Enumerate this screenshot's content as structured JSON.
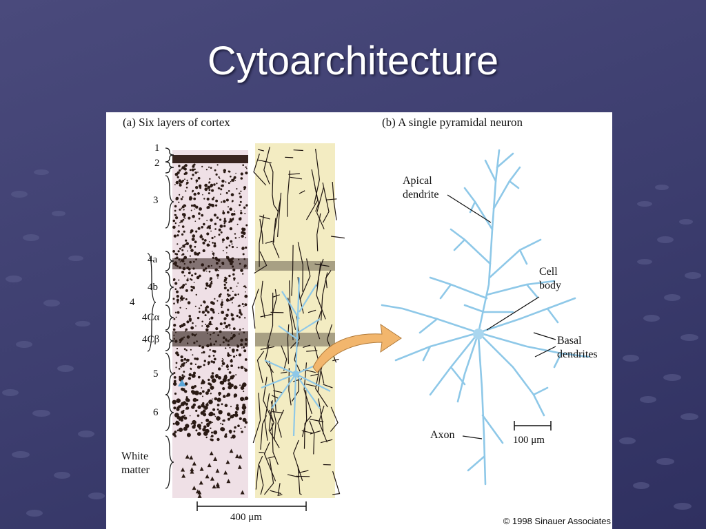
{
  "slide": {
    "title": "Cytoarchitecture"
  },
  "figure": {
    "panel_a_title": "(a) Six layers of cortex",
    "panel_b_title": "(b) A single pyramidal neuron",
    "layers": [
      "1",
      "2",
      "3",
      "4a",
      "4b",
      "4",
      "4Cα",
      "4Cβ",
      "5",
      "6",
      "White matter"
    ],
    "scale_a": "400 μm",
    "scale_b": "100 μm",
    "neuron_labels": {
      "apical": "Apical dendrite",
      "cell_body": "Cell body",
      "basal": "Basal dendrites",
      "axon": "Axon"
    },
    "copyright": "© 1998 Sinauer Associates"
  },
  "colors": {
    "background": "#3c3d6e",
    "neuron": "#8ec8e8",
    "arrow": "#f2b66d",
    "stain": "#2a1a14",
    "golgi_bg": "#f3ecc2",
    "nissl_bg": "#efe0e6"
  }
}
